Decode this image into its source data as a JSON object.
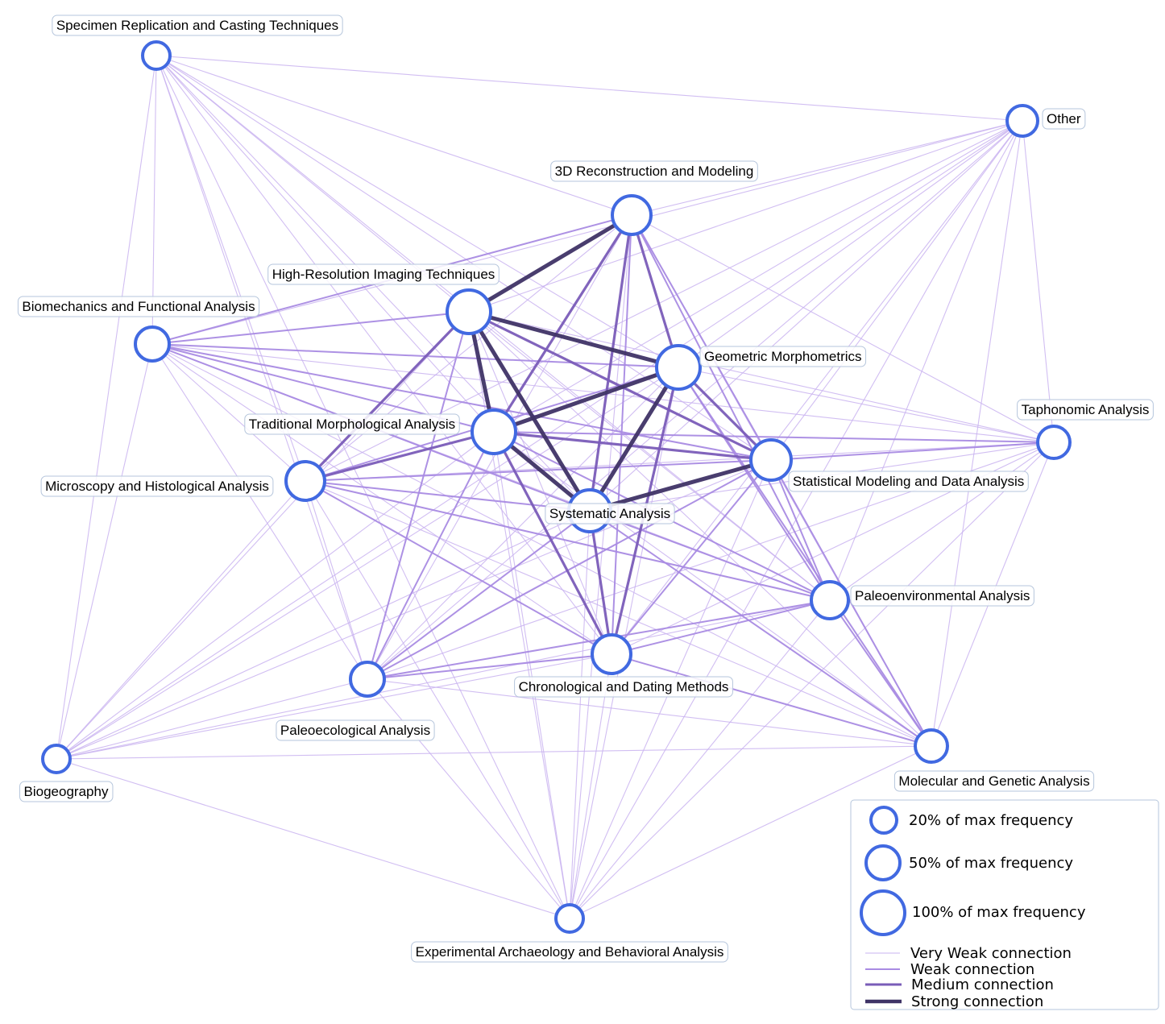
{
  "diagram": {
    "type": "network-graph",
    "colors": {
      "node_stroke": "#4169e1",
      "node_fill": "#ffffff",
      "edge_very_weak": "#c9b3f0",
      "edge_weak": "#a98be3",
      "edge_medium": "#7a5cb8",
      "edge_strong": "#3f3366",
      "label_border": "#b6c6dc"
    },
    "nodes": [
      {
        "id": "specimen",
        "label": "Specimen Replication and Casting Techniques",
        "freq": 0.2
      },
      {
        "id": "other",
        "label": "Other",
        "freq": 0.22
      },
      {
        "id": "recon3d",
        "label": "3D Reconstruction and Modeling",
        "freq": 0.55
      },
      {
        "id": "hires",
        "label": "High-Resolution Imaging Techniques",
        "freq": 0.8
      },
      {
        "id": "biomech",
        "label": "Biomechanics and Functional Analysis",
        "freq": 0.32
      },
      {
        "id": "geomorph",
        "label": "Geometric Morphometrics",
        "freq": 0.8
      },
      {
        "id": "tradmorph",
        "label": "Traditional Morphological Analysis",
        "freq": 0.8
      },
      {
        "id": "taphonomic",
        "label": "Taphonomic Analysis",
        "freq": 0.28
      },
      {
        "id": "microscopy",
        "label": "Microscopy and Histological Analysis",
        "freq": 0.55
      },
      {
        "id": "statmodel",
        "label": "Statistical Modeling and Data Analysis",
        "freq": 0.6
      },
      {
        "id": "systematic",
        "label": "Systematic Analysis",
        "freq": 0.7
      },
      {
        "id": "paleoenv",
        "label": "Paleoenvironmental Analysis",
        "freq": 0.5
      },
      {
        "id": "chrono",
        "label": "Chronological and Dating Methods",
        "freq": 0.55
      },
      {
        "id": "paleoeco",
        "label": "Paleoecological Analysis",
        "freq": 0.32
      },
      {
        "id": "biogeo",
        "label": "Biogeography",
        "freq": 0.2
      },
      {
        "id": "molecular",
        "label": "Molecular and Genetic Analysis",
        "freq": 0.28
      },
      {
        "id": "experimental",
        "label": "Experimental Archaeology and Behavioral Analysis",
        "freq": 0.2
      }
    ],
    "edges": [
      [
        "hires",
        "recon3d",
        "strong"
      ],
      [
        "hires",
        "geomorph",
        "strong"
      ],
      [
        "hires",
        "tradmorph",
        "strong"
      ],
      [
        "hires",
        "systematic",
        "strong"
      ],
      [
        "tradmorph",
        "geomorph",
        "strong"
      ],
      [
        "geomorph",
        "systematic",
        "strong"
      ],
      [
        "statmodel",
        "systematic",
        "strong"
      ],
      [
        "tradmorph",
        "systematic",
        "strong"
      ],
      [
        "recon3d",
        "geomorph",
        "medium"
      ],
      [
        "hires",
        "statmodel",
        "medium"
      ],
      [
        "hires",
        "microscopy",
        "medium"
      ],
      [
        "tradmorph",
        "statmodel",
        "medium"
      ],
      [
        "tradmorph",
        "microscopy",
        "medium"
      ],
      [
        "geomorph",
        "statmodel",
        "medium"
      ],
      [
        "geomorph",
        "chrono",
        "medium"
      ],
      [
        "systematic",
        "chrono",
        "medium"
      ],
      [
        "tradmorph",
        "chrono",
        "medium"
      ],
      [
        "recon3d",
        "systematic",
        "medium"
      ],
      [
        "recon3d",
        "tradmorph",
        "medium"
      ],
      [
        "microscopy",
        "statmodel",
        "weak"
      ],
      [
        "microscopy",
        "geomorph",
        "weak"
      ],
      [
        "microscopy",
        "systematic",
        "weak"
      ],
      [
        "microscopy",
        "paleoenv",
        "weak"
      ],
      [
        "microscopy",
        "chrono",
        "weak"
      ],
      [
        "biomech",
        "geomorph",
        "weak"
      ],
      [
        "biomech",
        "statmodel",
        "weak"
      ],
      [
        "biomech",
        "tradmorph",
        "weak"
      ],
      [
        "biomech",
        "systematic",
        "weak"
      ],
      [
        "statmodel",
        "taphonomic",
        "weak"
      ],
      [
        "statmodel",
        "paleoenv",
        "weak"
      ],
      [
        "statmodel",
        "chrono",
        "weak"
      ],
      [
        "statmodel",
        "molecular",
        "weak"
      ],
      [
        "statmodel",
        "paleoeco",
        "weak"
      ],
      [
        "systematic",
        "paleoenv",
        "weak"
      ],
      [
        "systematic",
        "molecular",
        "weak"
      ],
      [
        "tradmorph",
        "paleoenv",
        "weak"
      ],
      [
        "tradmorph",
        "paleoeco",
        "weak"
      ],
      [
        "tradmorph",
        "taphonomic",
        "weak"
      ],
      [
        "chrono",
        "paleoenv",
        "weak"
      ],
      [
        "chrono",
        "paleoeco",
        "weak"
      ],
      [
        "chrono",
        "molecular",
        "weak"
      ],
      [
        "paleoenv",
        "paleoeco",
        "weak"
      ],
      [
        "paleoenv",
        "molecular",
        "weak"
      ],
      [
        "geomorph",
        "paleoenv",
        "weak"
      ],
      [
        "geomorph",
        "molecular",
        "weak"
      ],
      [
        "hires",
        "paleoeco",
        "weak"
      ],
      [
        "recon3d",
        "statmodel",
        "weak"
      ],
      [
        "recon3d",
        "chrono",
        "weak"
      ],
      [
        "recon3d",
        "paleoenv",
        "weak"
      ],
      [
        "recon3d",
        "biomech",
        "weak"
      ],
      [
        "hires",
        "biomech",
        "weak"
      ],
      [
        "systematic",
        "paleoeco",
        "weak"
      ],
      [
        "specimen",
        "other",
        "very_weak"
      ],
      [
        "specimen",
        "hires",
        "very_weak"
      ],
      [
        "specimen",
        "recon3d",
        "very_weak"
      ],
      [
        "specimen",
        "geomorph",
        "very_weak"
      ],
      [
        "specimen",
        "tradmorph",
        "very_weak"
      ],
      [
        "specimen",
        "systematic",
        "very_weak"
      ],
      [
        "specimen",
        "statmodel",
        "very_weak"
      ],
      [
        "specimen",
        "microscopy",
        "very_weak"
      ],
      [
        "specimen",
        "chrono",
        "very_weak"
      ],
      [
        "specimen",
        "paleoeco",
        "very_weak"
      ],
      [
        "specimen",
        "biomech",
        "very_weak"
      ],
      [
        "specimen",
        "biogeo",
        "very_weak"
      ],
      [
        "specimen",
        "paleoenv",
        "very_weak"
      ],
      [
        "specimen",
        "experimental",
        "very_weak"
      ],
      [
        "other",
        "recon3d",
        "very_weak"
      ],
      [
        "other",
        "hires",
        "very_weak"
      ],
      [
        "other",
        "geomorph",
        "very_weak"
      ],
      [
        "other",
        "tradmorph",
        "very_weak"
      ],
      [
        "other",
        "systematic",
        "very_weak"
      ],
      [
        "other",
        "statmodel",
        "very_weak"
      ],
      [
        "other",
        "microscopy",
        "very_weak"
      ],
      [
        "other",
        "chrono",
        "very_weak"
      ],
      [
        "other",
        "paleoenv",
        "very_weak"
      ],
      [
        "other",
        "paleoeco",
        "very_weak"
      ],
      [
        "other",
        "taphonomic",
        "very_weak"
      ],
      [
        "other",
        "molecular",
        "very_weak"
      ],
      [
        "other",
        "biomech",
        "very_weak"
      ],
      [
        "other",
        "biogeo",
        "very_weak"
      ],
      [
        "other",
        "experimental",
        "very_weak"
      ],
      [
        "taphonomic",
        "geomorph",
        "very_weak"
      ],
      [
        "taphonomic",
        "hires",
        "very_weak"
      ],
      [
        "taphonomic",
        "systematic",
        "very_weak"
      ],
      [
        "taphonomic",
        "microscopy",
        "very_weak"
      ],
      [
        "taphonomic",
        "chrono",
        "very_weak"
      ],
      [
        "taphonomic",
        "paleoenv",
        "very_weak"
      ],
      [
        "taphonomic",
        "paleoeco",
        "very_weak"
      ],
      [
        "taphonomic",
        "biomech",
        "very_weak"
      ],
      [
        "taphonomic",
        "molecular",
        "very_weak"
      ],
      [
        "taphonomic",
        "recon3d",
        "very_weak"
      ],
      [
        "taphonomic",
        "experimental",
        "very_weak"
      ],
      [
        "biogeo",
        "microscopy",
        "very_weak"
      ],
      [
        "biogeo",
        "tradmorph",
        "very_weak"
      ],
      [
        "biogeo",
        "hires",
        "very_weak"
      ],
      [
        "biogeo",
        "geomorph",
        "very_weak"
      ],
      [
        "biogeo",
        "systematic",
        "very_weak"
      ],
      [
        "biogeo",
        "statmodel",
        "very_weak"
      ],
      [
        "biogeo",
        "paleoenv",
        "very_weak"
      ],
      [
        "biogeo",
        "chrono",
        "very_weak"
      ],
      [
        "biogeo",
        "paleoeco",
        "very_weak"
      ],
      [
        "biogeo",
        "molecular",
        "very_weak"
      ],
      [
        "biogeo",
        "biomech",
        "very_weak"
      ],
      [
        "biogeo",
        "experimental",
        "very_weak"
      ],
      [
        "experimental",
        "tradmorph",
        "very_weak"
      ],
      [
        "experimental",
        "hires",
        "very_weak"
      ],
      [
        "experimental",
        "systematic",
        "very_weak"
      ],
      [
        "experimental",
        "chrono",
        "very_weak"
      ],
      [
        "experimental",
        "microscopy",
        "very_weak"
      ],
      [
        "experimental",
        "paleoenv",
        "very_weak"
      ],
      [
        "experimental",
        "statmodel",
        "very_weak"
      ],
      [
        "experimental",
        "geomorph",
        "very_weak"
      ],
      [
        "experimental",
        "paleoeco",
        "very_weak"
      ],
      [
        "experimental",
        "recon3d",
        "very_weak"
      ],
      [
        "experimental",
        "molecular",
        "very_weak"
      ],
      [
        "molecular",
        "tradmorph",
        "very_weak"
      ],
      [
        "molecular",
        "hires",
        "very_weak"
      ],
      [
        "molecular",
        "microscopy",
        "very_weak"
      ],
      [
        "molecular",
        "paleoeco",
        "very_weak"
      ],
      [
        "molecular",
        "recon3d",
        "very_weak"
      ],
      [
        "molecular",
        "biomech",
        "very_weak"
      ],
      [
        "paleoeco",
        "biomech",
        "very_weak"
      ],
      [
        "paleoeco",
        "microscopy",
        "very_weak"
      ],
      [
        "paleoeco",
        "recon3d",
        "very_weak"
      ],
      [
        "paleoeco",
        "geomorph",
        "very_weak"
      ],
      [
        "biomech",
        "microscopy",
        "very_weak"
      ],
      [
        "biomech",
        "chrono",
        "very_weak"
      ],
      [
        "biomech",
        "paleoenv",
        "very_weak"
      ],
      [
        "recon3d",
        "microscopy",
        "very_weak"
      ],
      [
        "hires",
        "chrono",
        "very_weak"
      ],
      [
        "hires",
        "paleoenv",
        "very_weak"
      ]
    ],
    "legend": {
      "sizes": [
        {
          "label": "20% of max frequency",
          "freq": 0.2
        },
        {
          "label": "50% of max frequency",
          "freq": 0.5
        },
        {
          "label": "100% of max frequency",
          "freq": 1.0
        }
      ],
      "strengths": [
        {
          "label": "Very Weak connection",
          "level": "very_weak"
        },
        {
          "label": "Weak connection",
          "level": "weak"
        },
        {
          "label": "Medium connection",
          "level": "medium"
        },
        {
          "label": "Strong connection",
          "level": "strong"
        }
      ]
    }
  }
}
